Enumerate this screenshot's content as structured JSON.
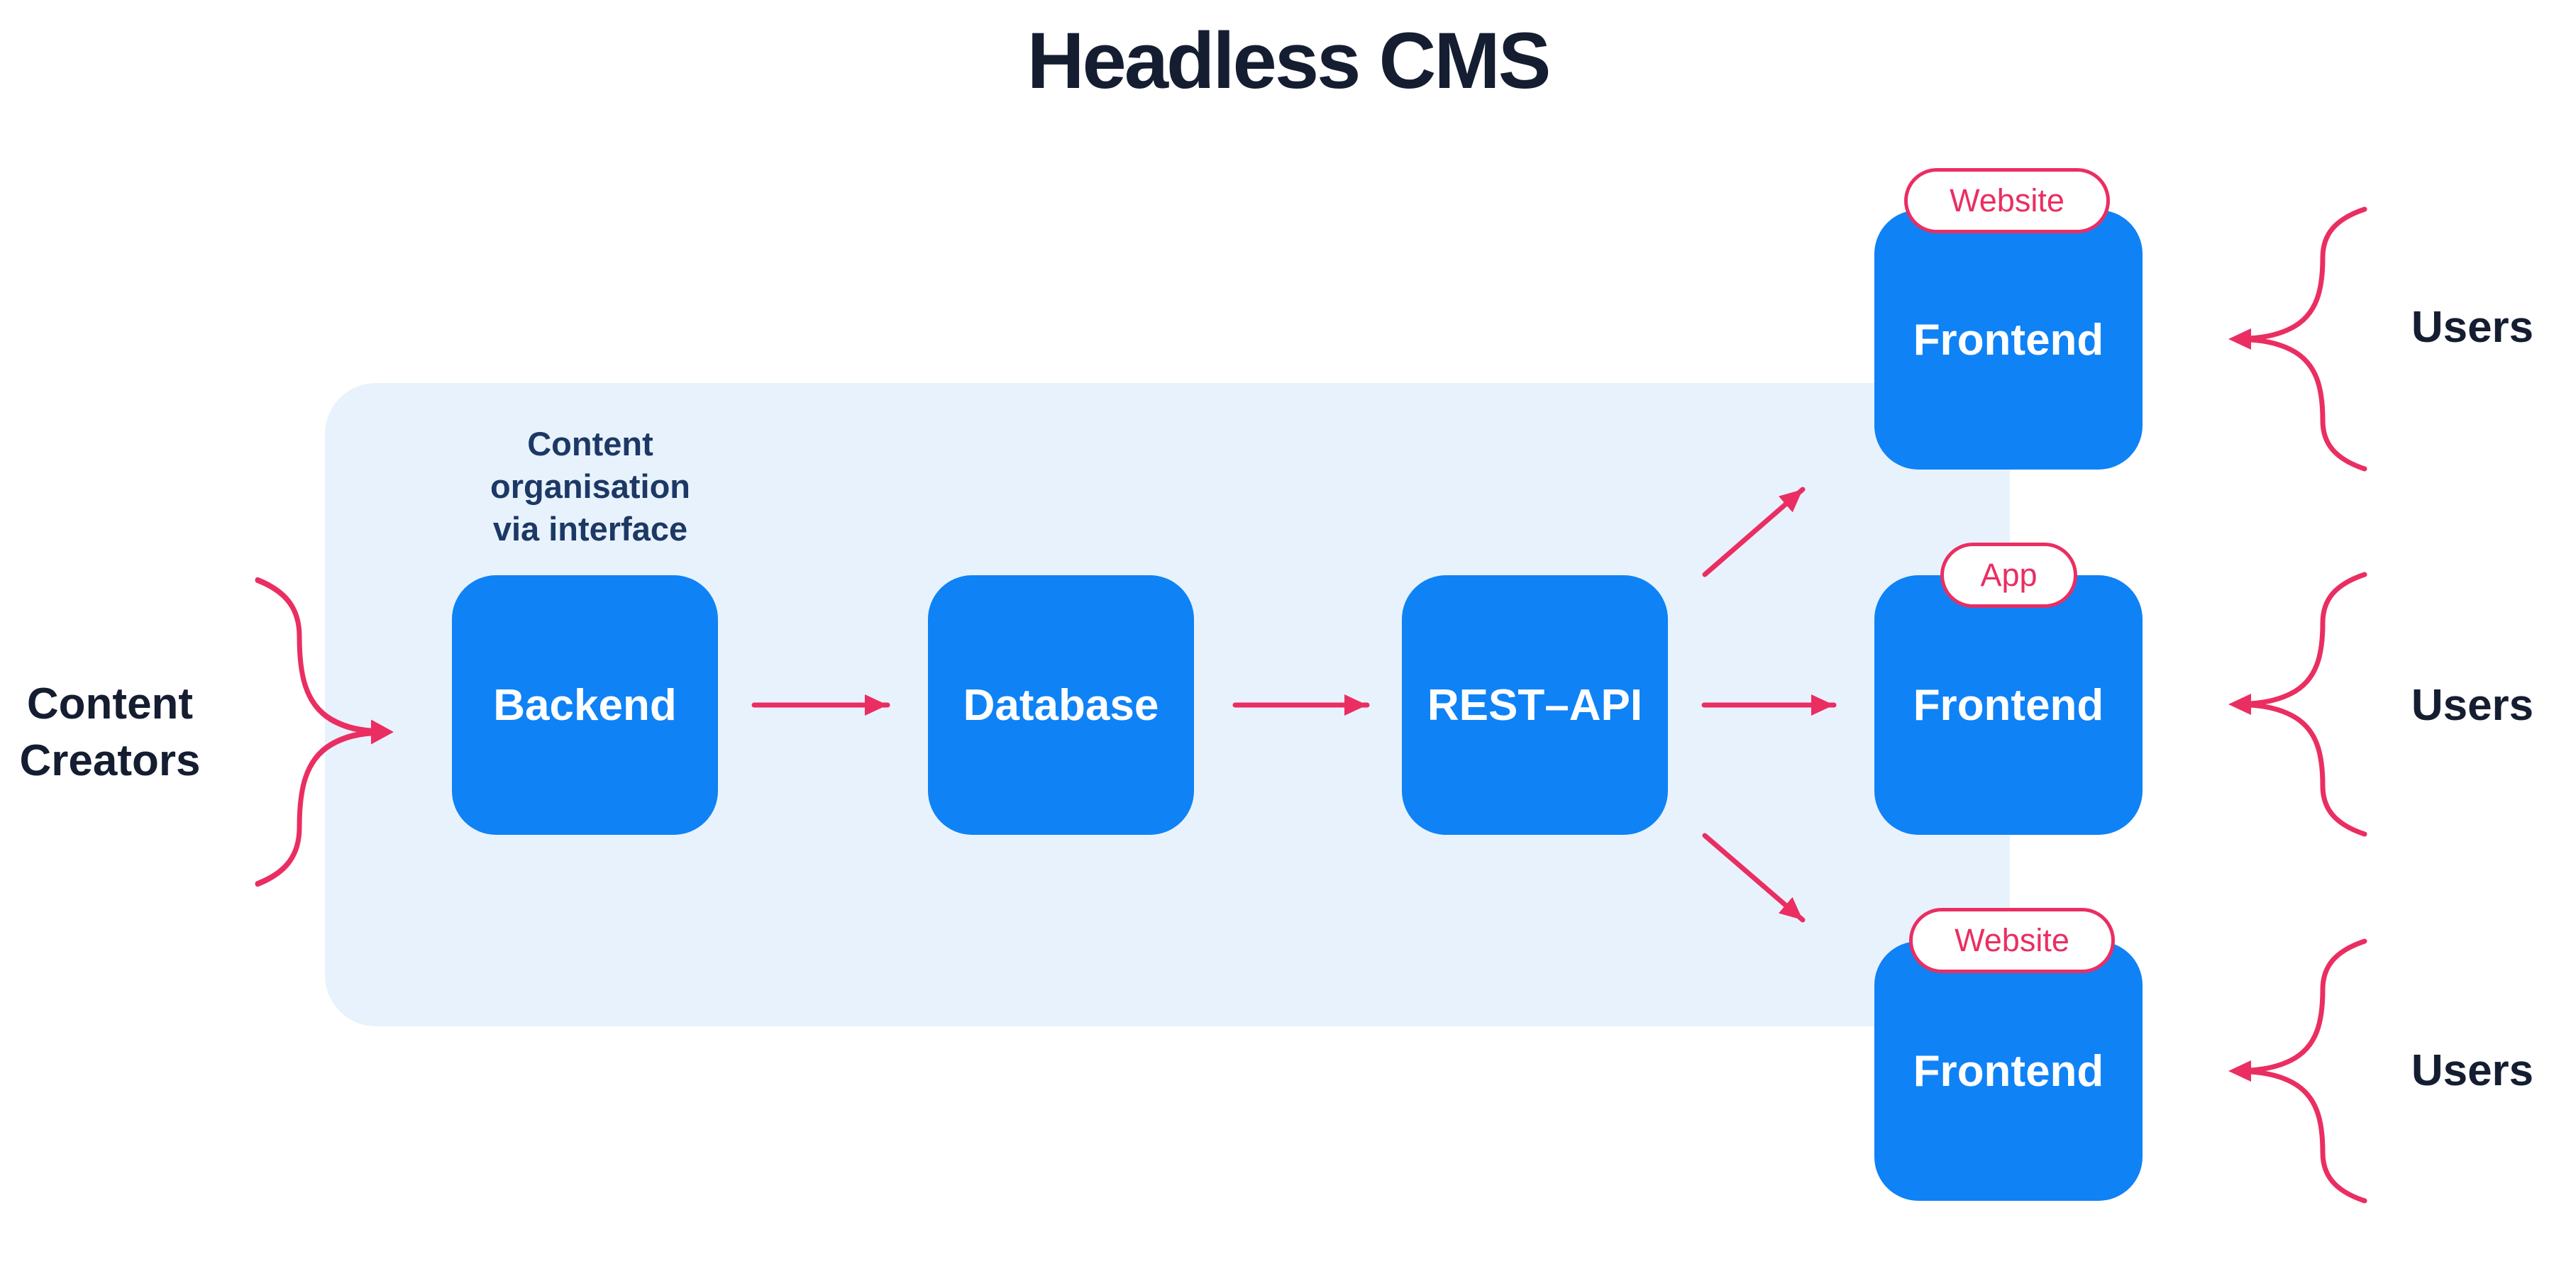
{
  "title": "Headless CMS",
  "panel": {
    "name": "headless-cms-system-area"
  },
  "nodes": {
    "backend": {
      "label": "Backend"
    },
    "database": {
      "label": "Database"
    },
    "rest_api": {
      "label": "REST–API"
    },
    "frontend_top": {
      "label": "Frontend",
      "badge": "Website"
    },
    "frontend_middle": {
      "label": "Frontend",
      "badge": "App"
    },
    "frontend_bottom": {
      "label": "Frontend",
      "badge": "Website"
    }
  },
  "annotations": {
    "backend_note_line1": "Content",
    "backend_note_line2": "organisation",
    "backend_note_line3": "via interface",
    "content_creators_line1": "Content",
    "content_creators_line2": "Creators",
    "users": "Users"
  },
  "edges": [
    {
      "from": "content_creators",
      "to": "backend",
      "style": "converging-brace-arrow"
    },
    {
      "from": "backend",
      "to": "database",
      "style": "straight-arrow"
    },
    {
      "from": "database",
      "to": "rest_api",
      "style": "straight-arrow"
    },
    {
      "from": "rest_api",
      "to": "frontend_top",
      "style": "diagonal-arrow-up"
    },
    {
      "from": "rest_api",
      "to": "frontend_middle",
      "style": "straight-arrow"
    },
    {
      "from": "rest_api",
      "to": "frontend_bottom",
      "style": "diagonal-arrow-down"
    },
    {
      "from": "users_top",
      "to": "frontend_top",
      "style": "converging-brace-arrow"
    },
    {
      "from": "users_middle",
      "to": "frontend_middle",
      "style": "converging-brace-arrow"
    },
    {
      "from": "users_bottom",
      "to": "frontend_bottom",
      "style": "converging-brace-arrow"
    }
  ],
  "colors": {
    "node_blue": "#0f82f6",
    "arrow_pink": "#ea2e62",
    "panel_light_blue": "#e8f2fc",
    "heading_navy": "#151d31",
    "note_navy": "#1c3865",
    "node_text": "#ffffff",
    "page_background": "#ffffff"
  }
}
